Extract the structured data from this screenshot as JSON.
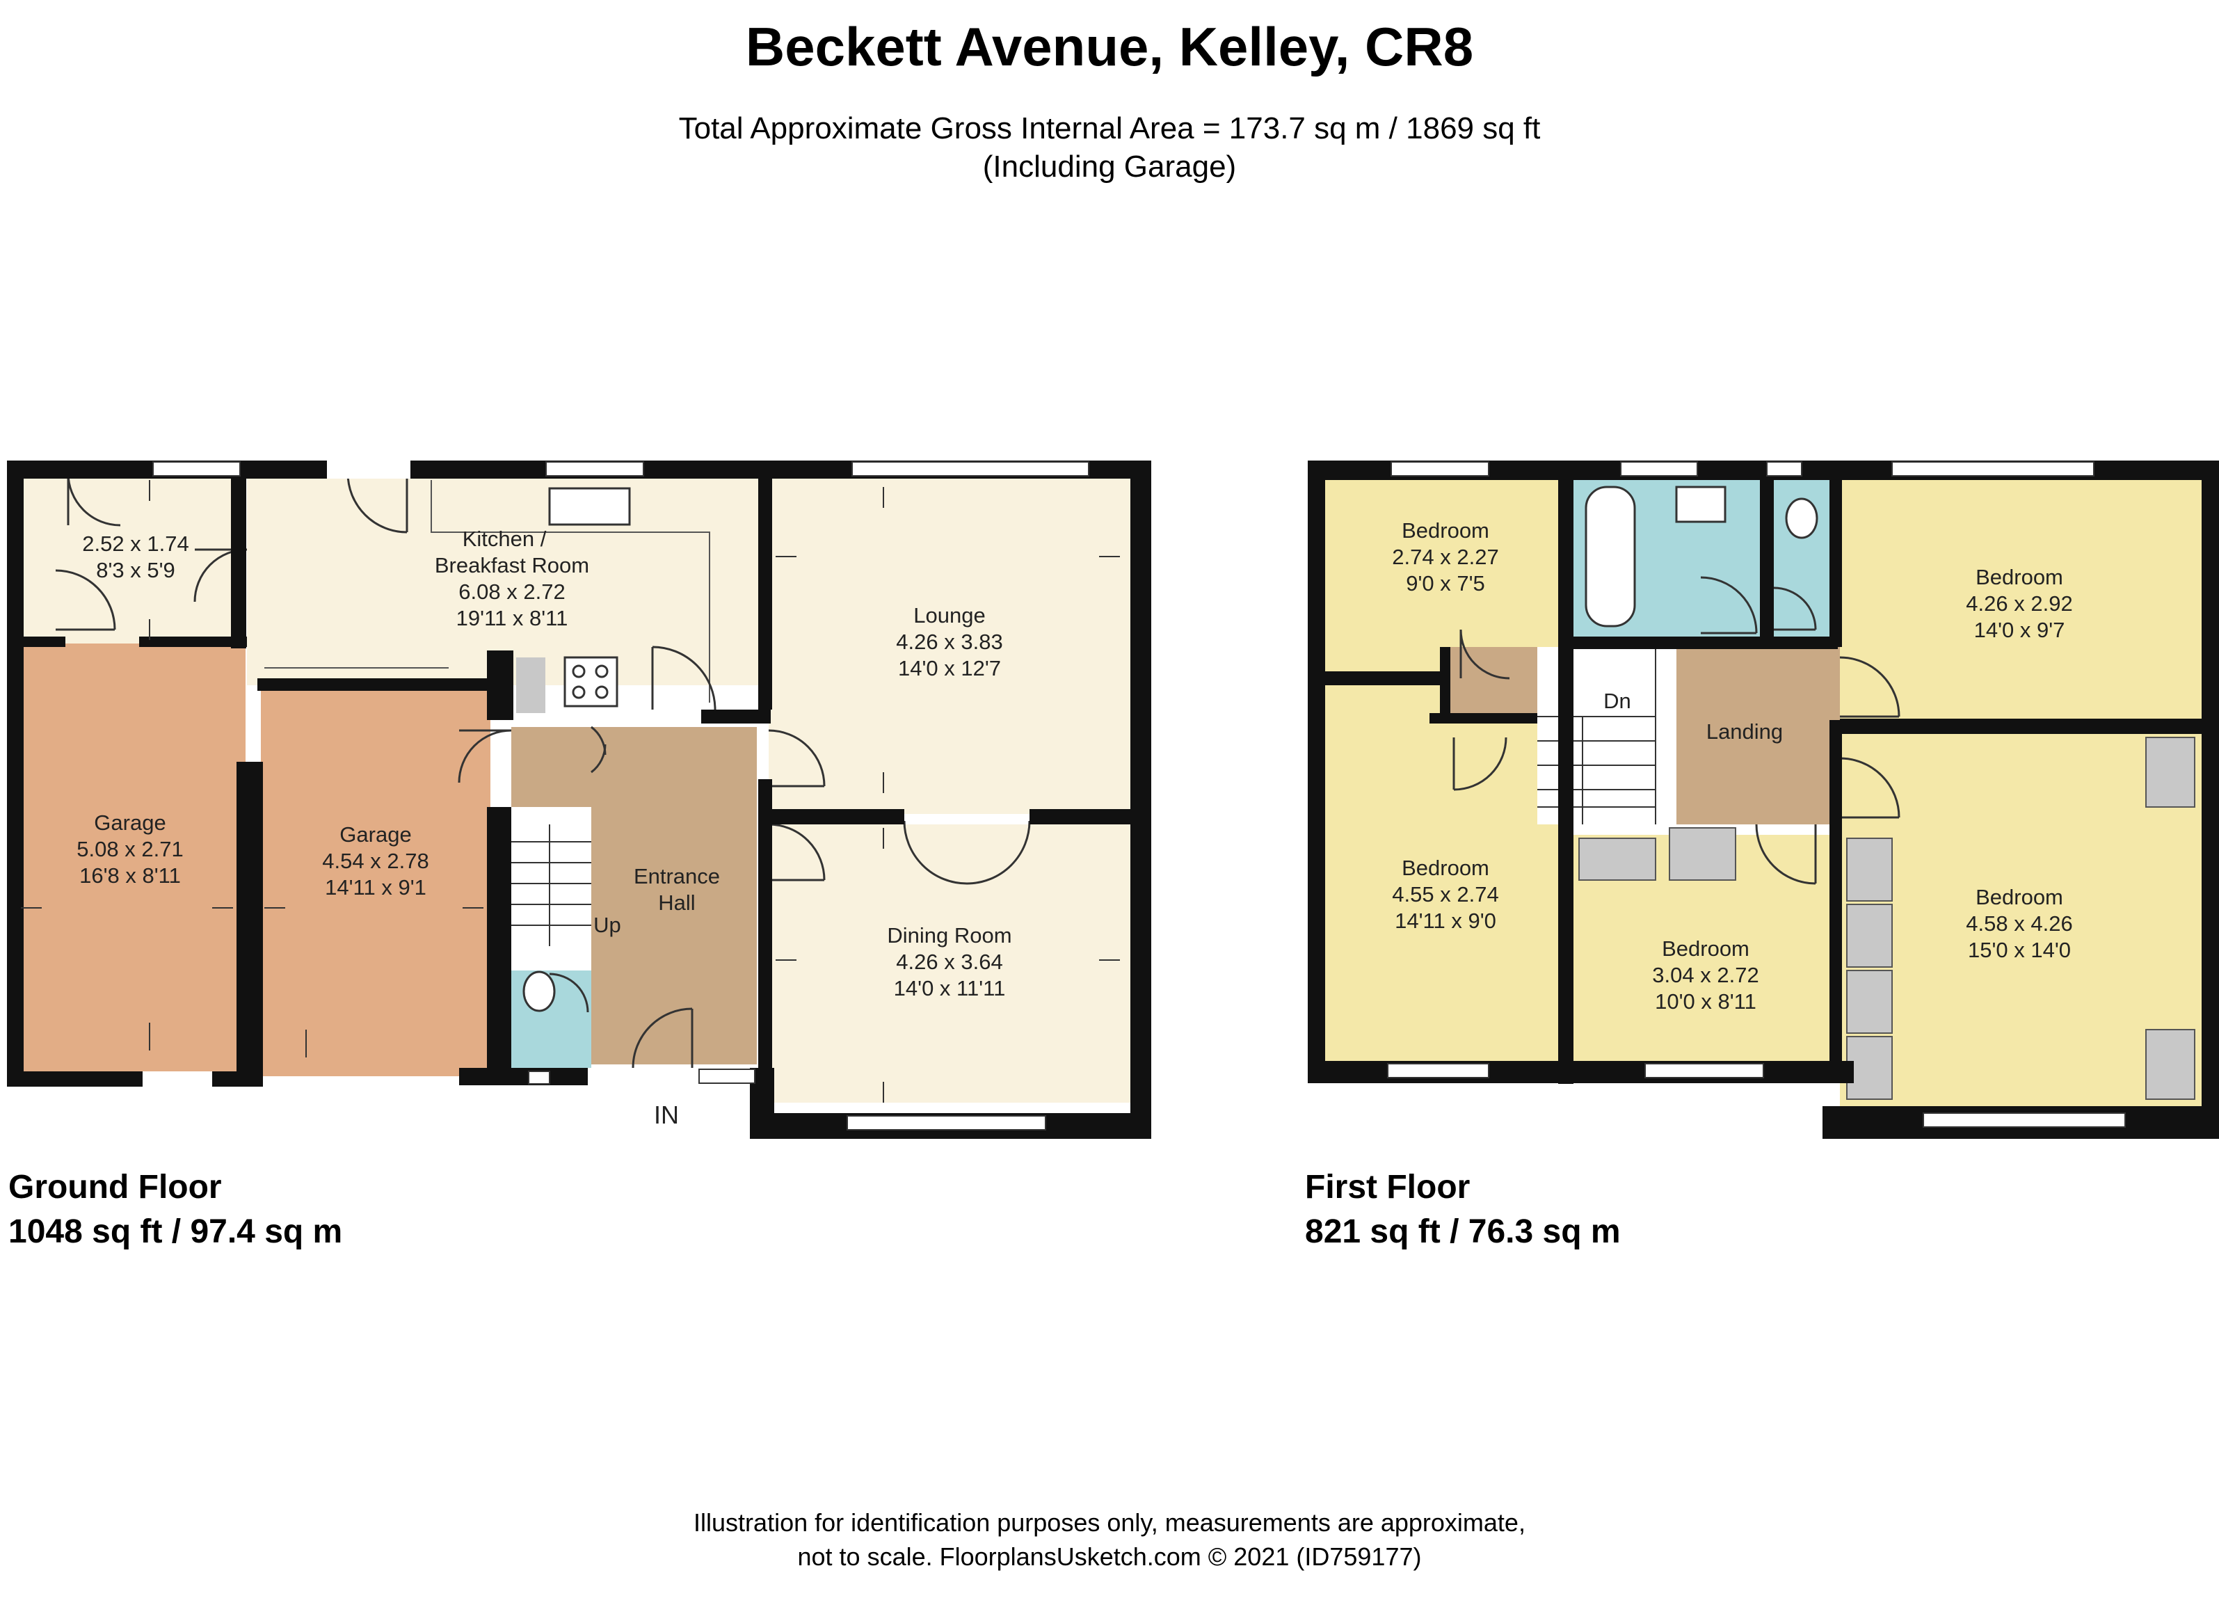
{
  "header": {
    "title": "Beckett Avenue, Kelley, CR8",
    "area_line": "Total Approximate Gross Internal Area = 173.7 sq m / 1869 sq ft",
    "area_note": "(Including Garage)"
  },
  "ground_floor": {
    "name": "Ground Floor",
    "area": "1048 sq ft / 97.4 sq m",
    "entrance_label": "IN",
    "stairs_label": "Up",
    "rooms": {
      "utility": {
        "name": "",
        "metric": "2.52 x 1.74",
        "imperial": "8'3 x 5'9"
      },
      "kitchen": {
        "name1": "Kitchen /",
        "name2": "Breakfast Room",
        "metric": "6.08 x 2.72",
        "imperial": "19'11 x 8'11"
      },
      "lounge": {
        "name": "Lounge",
        "metric": "4.26 x 3.83",
        "imperial": "14'0 x 12'7"
      },
      "garage1": {
        "name": "Garage",
        "metric": "5.08 x 2.71",
        "imperial": "16'8 x 8'11"
      },
      "garage2": {
        "name": "Garage",
        "metric": "4.54 x 2.78",
        "imperial": "14'11 x 9'1"
      },
      "hall": {
        "name1": "Entrance",
        "name2": "Hall"
      },
      "dining": {
        "name": "Dining Room",
        "metric": "4.26 x 3.64",
        "imperial": "14'0 x 11'11"
      }
    }
  },
  "first_floor": {
    "name": "First Floor",
    "area": "821 sq ft / 76.3 sq m",
    "stairs_label": "Dn",
    "rooms": {
      "bed_small": {
        "name": "Bedroom",
        "metric": "2.74 x 2.27",
        "imperial": "9'0 x 7'5"
      },
      "bed_left": {
        "name": "Bedroom",
        "metric": "4.55 x 2.74",
        "imperial": "14'11 x 9'0"
      },
      "bed_mid": {
        "name": "Bedroom",
        "metric": "3.04 x 2.72",
        "imperial": "10'0 x 8'11"
      },
      "bed_tr": {
        "name": "Bedroom",
        "metric": "4.26 x 2.92",
        "imperial": "14'0 x 9'7"
      },
      "bed_br": {
        "name": "Bedroom",
        "metric": "4.58 x 4.26",
        "imperial": "15'0 x 14'0"
      },
      "landing": {
        "name": "Landing"
      }
    }
  },
  "footer": {
    "line1": "Illustration for identification purposes only, measurements are approximate,",
    "line2": "not to scale. FloorplansUsketch.com © 2021 (ID759177)"
  },
  "colors": {
    "wall": "#111111",
    "cream_room": "#f9f2de",
    "yellow_room": "#f4e8a9",
    "garage": "#e2ad86",
    "hall": "#c9a985",
    "bathroom": "#a9d8dc",
    "cupboard": "#c8c8c8"
  }
}
